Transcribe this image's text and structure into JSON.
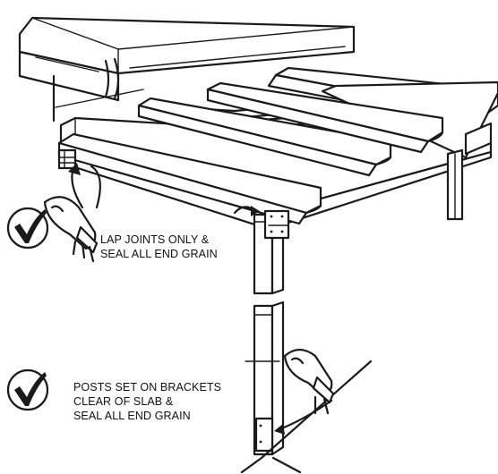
{
  "annotations": {
    "lap_joints": {
      "line1": "LAP JOINTS ONLY &",
      "line2": "SEAL ALL END GRAIN"
    },
    "posts": {
      "line1": "POSTS SET ON BRACKETS",
      "line2": "CLEAR OF SLAB &",
      "line3": "SEAL ALL END GRAIN"
    }
  },
  "icons": [
    "check-circle-icon",
    "paintbrush-icon"
  ],
  "colors": {
    "ink": "#1a1a1a",
    "paper": "#ffffff"
  }
}
